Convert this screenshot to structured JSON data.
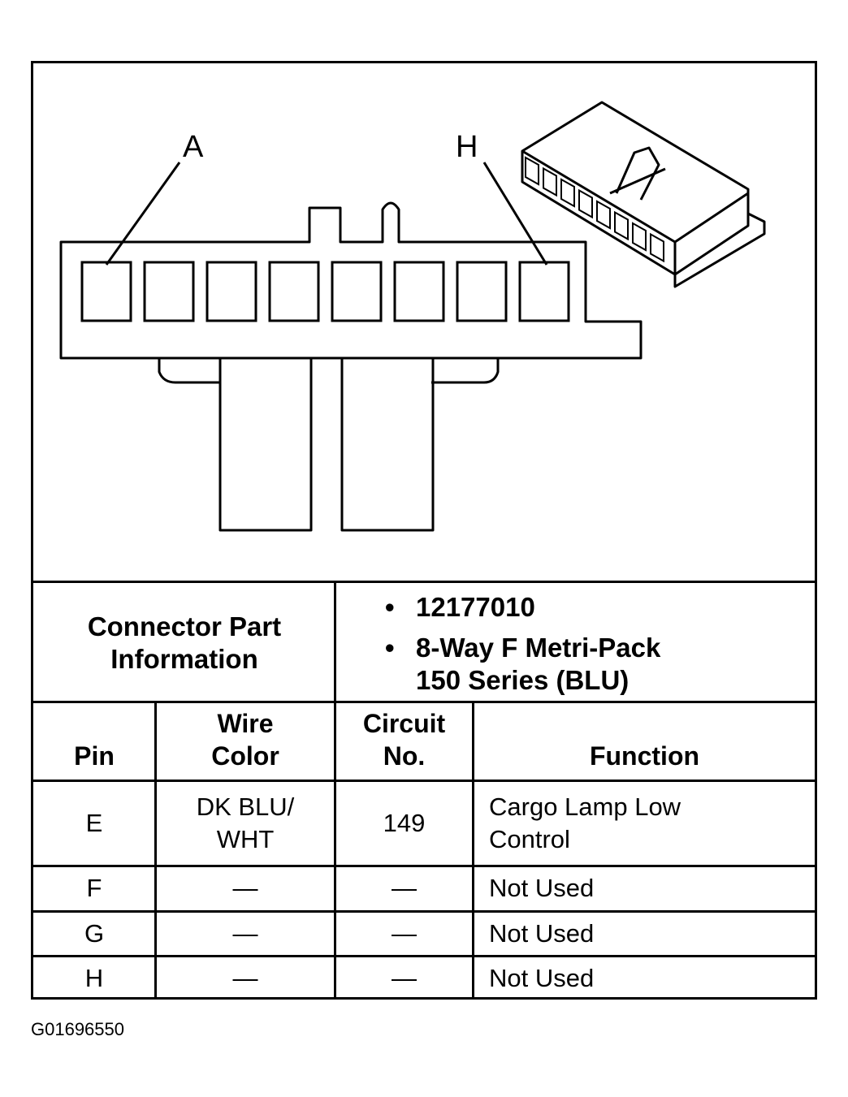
{
  "diagram": {
    "callout_first_pin": "A",
    "callout_last_pin": "H",
    "cavity_count": 8
  },
  "connector_info": {
    "label": "Connector Part\nInformation",
    "items": [
      "12177010",
      "8-Way F Metri-Pack\n150 Series (BLU)"
    ]
  },
  "table": {
    "headers": {
      "pin": "Pin",
      "wire_color": "Wire\nColor",
      "circuit": "Circuit\nNo.",
      "function": "Function"
    },
    "rows": [
      {
        "pin": "E",
        "wire_color": "DK BLU/\nWHT",
        "circuit": "149",
        "function": "Cargo Lamp Low\nControl"
      },
      {
        "pin": "F",
        "wire_color": "—",
        "circuit": "—",
        "function": "Not Used"
      },
      {
        "pin": "G",
        "wire_color": "—",
        "circuit": "—",
        "function": "Not Used"
      },
      {
        "pin": "H",
        "wire_color": "—",
        "circuit": "—",
        "function": "Not Used"
      }
    ]
  },
  "figure_id": "G01696550"
}
